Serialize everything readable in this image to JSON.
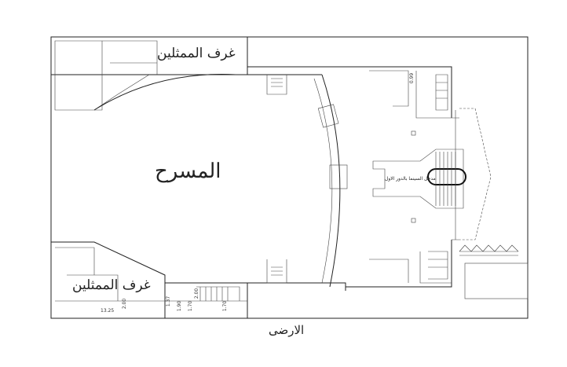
{
  "labels": {
    "stage": "المسرح",
    "actors_rooms_top": "غرف الممثلين",
    "actors_rooms_bottom": "غرف الممثلين",
    "cinema_entrance": "مدخل السينما بالدور الاول",
    "floor_title": "الارضى"
  },
  "dimensions": {
    "d1": "13.25",
    "d2": "2.00",
    "d3": "1.37",
    "d4": "1.90",
    "d5": "1.70",
    "d6": "2.00",
    "d7": "1.70",
    "d8": "0.99"
  }
}
